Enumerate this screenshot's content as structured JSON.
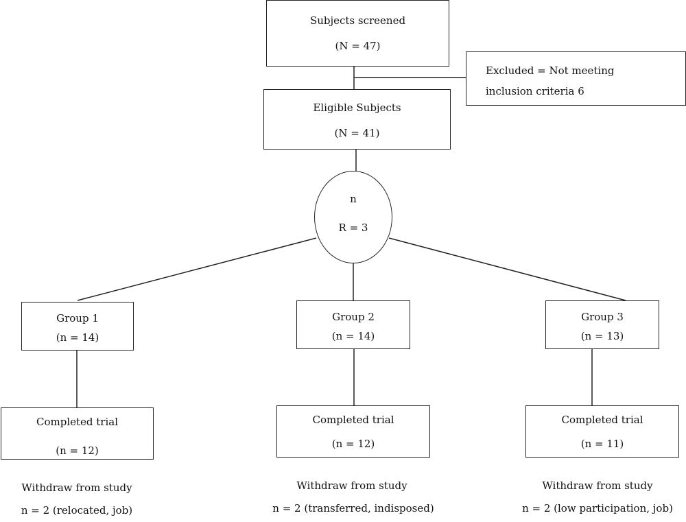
{
  "screened": {
    "title": "Subjects screened",
    "count": "(N = 47)"
  },
  "excluded": {
    "line1": "Excluded = Not meeting",
    "line2": "inclusion criteria 6"
  },
  "eligible": {
    "title": "Eligible Subjects",
    "count": "(N = 41)"
  },
  "randomization": {
    "line1": "n",
    "line2": "R = 3"
  },
  "groups": [
    {
      "title": "Group 1",
      "count": "(n = 14)"
    },
    {
      "title": "Group 2",
      "count": "(n = 14)"
    },
    {
      "title": "Group 3",
      "count": "(n = 13)"
    }
  ],
  "completed": [
    {
      "title": "Completed trial",
      "count": "(n = 12)"
    },
    {
      "title": "Completed trial",
      "count": "(n = 12)"
    },
    {
      "title": "Completed trial",
      "count": "(n = 11)"
    }
  ],
  "withdrawn": [
    {
      "title": "Withdraw from study",
      "detail": "n = 2 (relocated, job)"
    },
    {
      "title": "Withdraw from study",
      "detail": "n = 2 (transferred, indisposed)"
    },
    {
      "title": "Withdraw from study",
      "detail": "n = 2 (low participation, job)"
    }
  ]
}
